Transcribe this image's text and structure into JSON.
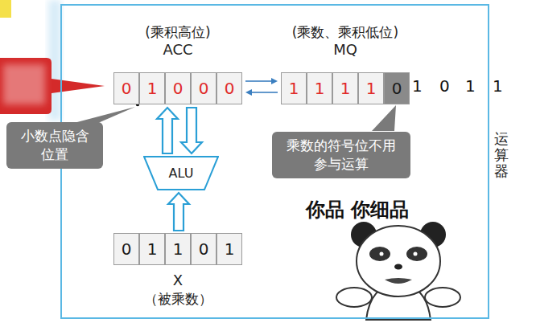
{
  "diagram": {
    "nodes": [
      {
        "text": [
          "运算器"
        ]
      },
      {
        "text": [
          "(乘积高位)",
          "ACC"
        ],
        "in": 0
      },
      {
        "text": [
          "0"
        ],
        "in": 1
      },
      {
        "text": [
          "1"
        ],
        "in": 1
      },
      {
        "text": [
          "0"
        ],
        "in": 1
      },
      {
        "text": [
          "0"
        ],
        "in": 1
      },
      {
        "text": [
          "0"
        ],
        "in": 1
      },
      {
        "text": [
          "(乘数、乘积低位)",
          "MQ"
        ],
        "in": 0
      },
      {
        "text": [
          "1"
        ],
        "in": 7
      },
      {
        "text": [
          "1"
        ],
        "in": 7
      },
      {
        "text": [
          "1"
        ],
        "in": 7
      },
      {
        "text": [
          "1"
        ],
        "in": 7
      },
      {
        "text": [
          "0"
        ],
        "in": 7
      },
      {
        "text": [
          "ALU"
        ],
        "in": 0
      },
      {
        "text": [
          "X",
          "（被乘数）"
        ],
        "in": 0
      },
      {
        "text": [
          "0"
        ],
        "in": 14
      },
      {
        "text": [
          "1"
        ],
        "in": 14
      },
      {
        "text": [
          "1"
        ],
        "in": 14
      },
      {
        "text": [
          "0"
        ],
        "in": 14
      },
      {
        "text": [
          "1"
        ],
        "in": 14
      },
      {
        "text": [
          "小数点隐含位置"
        ]
      },
      {
        "text": [
          "乘数的符号位不用参与运算"
        ],
        "in": 0
      }
    ],
    "edges": [
      {
        "from": 1,
        "to": 7,
        "arrow": "to"
      },
      {
        "from": 7,
        "to": 1,
        "arrow": "to"
      },
      {
        "from": 13,
        "to": 1,
        "arrow": "to"
      },
      {
        "from": 1,
        "to": 13,
        "arrow": "to"
      },
      {
        "from": 14,
        "to": 13,
        "arrow": "to"
      }
    ],
    "labels": [
      "1",
      "0",
      "1",
      "1",
      "你品 你细品"
    ]
  }
}
